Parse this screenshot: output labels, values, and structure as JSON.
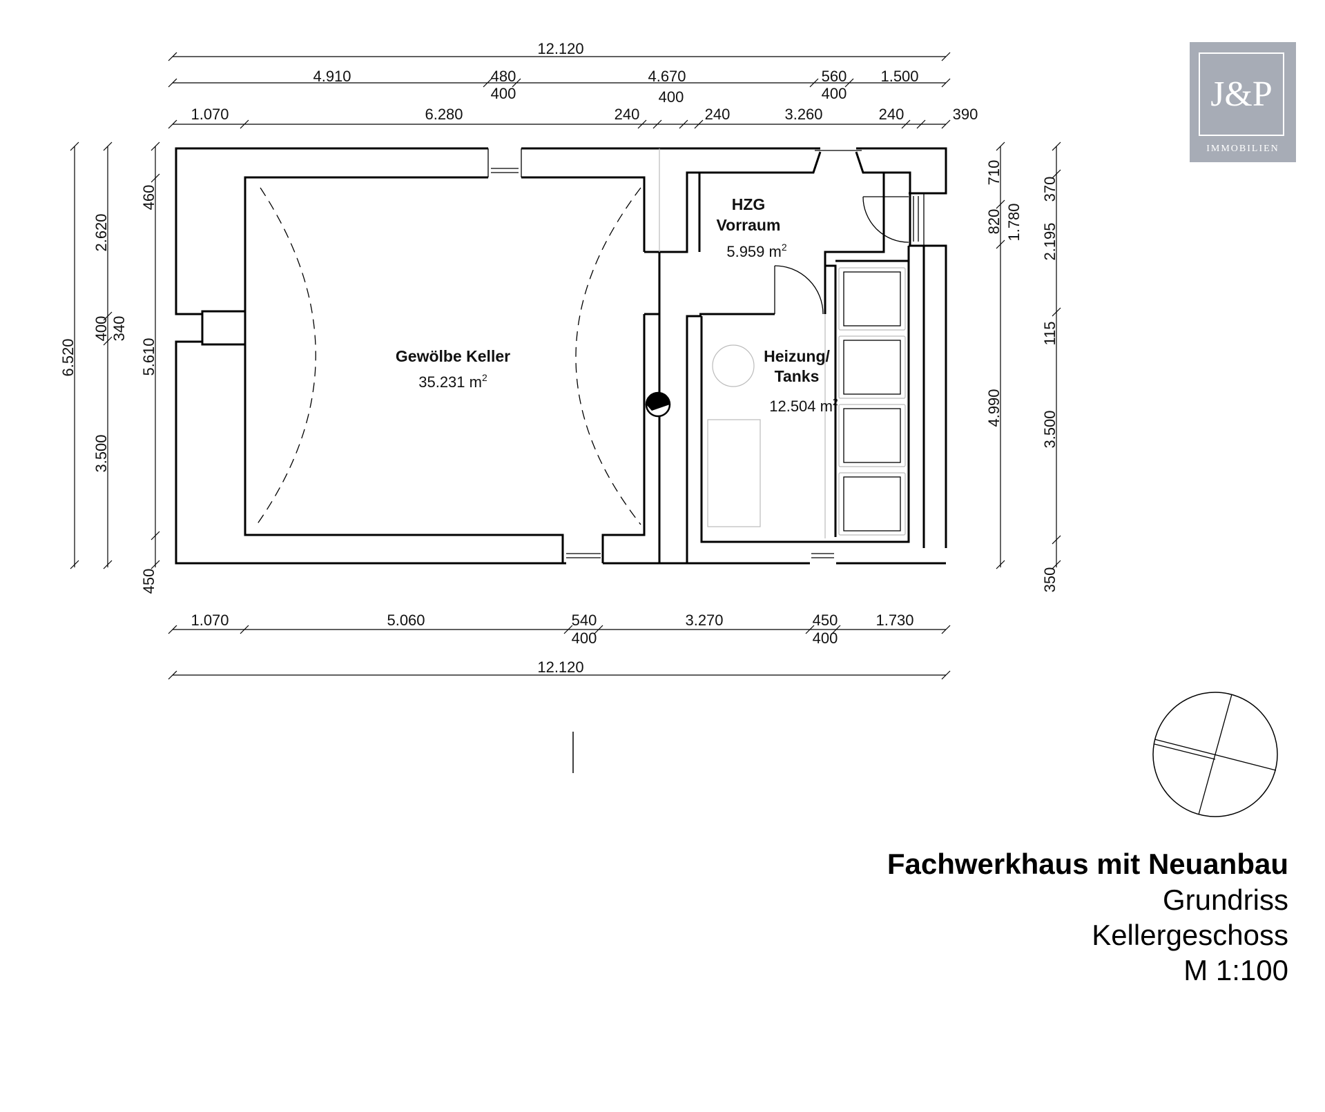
{
  "dimensions": {
    "top_total": "12.120",
    "top_row2": [
      "4.910",
      "480",
      "400",
      "4.670",
      "400",
      "560",
      "400",
      "1.500"
    ],
    "top_row3": [
      "1.070",
      "6.280",
      "240",
      "240",
      "3.260",
      "240",
      "390"
    ],
    "bottom_row1": [
      "1.070",
      "5.060",
      "540",
      "400",
      "3.270",
      "450",
      "400",
      "1.730"
    ],
    "bottom_total": "12.120",
    "left_outer": "6.520",
    "left_mid": [
      "2.620",
      "400",
      "340",
      "3.500"
    ],
    "left_inner": [
      "460",
      "5.610",
      "450"
    ],
    "right_inner": [
      "710",
      "820",
      "1.780",
      "4.990"
    ],
    "right_outer": [
      "370",
      "2.195",
      "115",
      "3.500",
      "350"
    ]
  },
  "rooms": [
    {
      "name": "Gewölbe Keller",
      "area": "35.231 m",
      "unit_sup": "2"
    },
    {
      "name_line1": "HZG",
      "name_line2": "Vorraum",
      "area": "5.959 m",
      "unit_sup": "2"
    },
    {
      "name_line1": "Heizung/",
      "name_line2": "Tanks",
      "area": "12.504 m",
      "unit_sup": "2"
    }
  ],
  "logo": {
    "mark": "J&P",
    "sub": "IMMOBILIEN"
  },
  "title_block": {
    "line1": "Fachwerkhaus mit Neuanbau",
    "line2": "Grundriss",
    "line3": "Kellergeschoss",
    "line4": "M 1:100"
  }
}
